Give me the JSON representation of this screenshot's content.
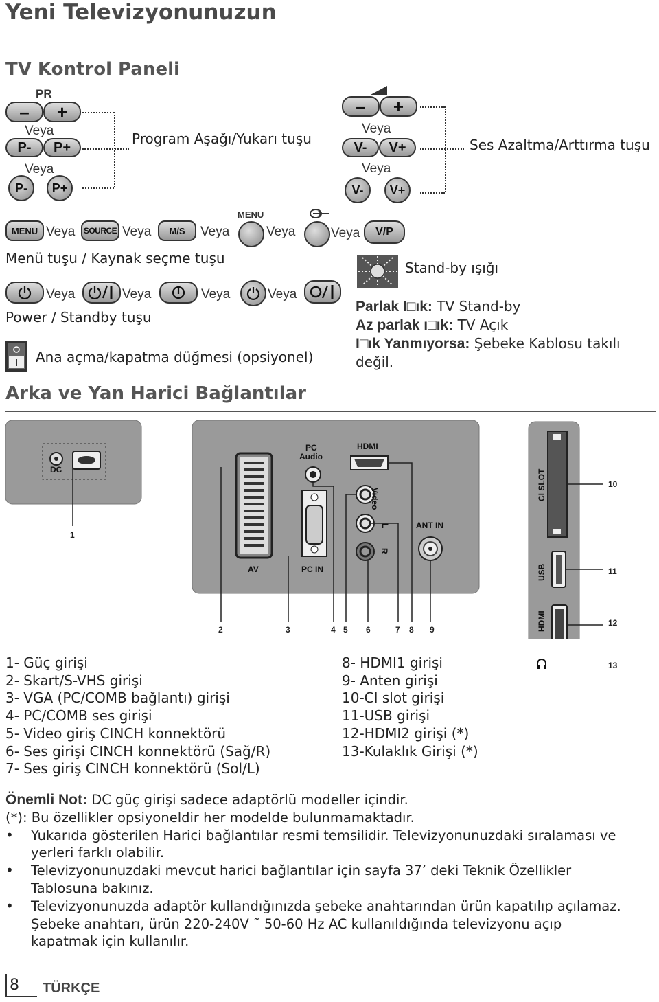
{
  "page": {
    "title": "Yeni Televizyonunuzun",
    "section1": "TV Kontrol Paneli",
    "section2": "Arka ve Yan Harici Bağlantılar",
    "footer": {
      "page_number": "8",
      "language": "TÜRKÇE"
    }
  },
  "control_panel": {
    "veya": "Veya",
    "pr_label": "PR",
    "minus": "–",
    "plus": "+",
    "p_minus": "P-",
    "p_plus": "P+",
    "v_minus": "V-",
    "v_plus": "V+",
    "program_label": "Program Aşağı/Yukarı tuşu",
    "volume_label": "Ses Azaltma/Arttırma tuşu",
    "menu_btn": "MENU",
    "source_btn": "SOURCE",
    "ms_btn": "M/S",
    "menu_caption": "MENU",
    "vp_btn": "V/P",
    "menu_source_label": "Menü tuşu / Kaynak seçme tuşu",
    "standby_light_label": "Stand-by ışığı",
    "power_label": "Power / Standby tuşu",
    "main_switch_label": "Ana açma/kapatma düğmesi (opsiyonel)",
    "light_states": [
      {
        "key": "Parlak I□ık:",
        "value": " TV Stand-by"
      },
      {
        "key": "Az parlak ı□ık:",
        "value": " TV Açık"
      },
      {
        "key": "I□ık Yanmıyorsa:",
        "value": " Şebeke Kablosu takılı"
      }
    ],
    "light_state_cont": "değil."
  },
  "panel_labels": {
    "dc": "DC",
    "pc_audio_1": "PC",
    "pc_audio_2": "Audio",
    "hdmi": "HDMI",
    "video": "Video",
    "l": "L",
    "r": "R",
    "ant_in": "ANT IN",
    "av": "AV",
    "pc_in": "PC IN",
    "ci_slot": "CI SLOT",
    "usb": "USB",
    "hdmi2": "HDMI"
  },
  "callouts": [
    "1",
    "2",
    "3",
    "4",
    "5",
    "6",
    "7",
    "8",
    "9",
    "10",
    "11",
    "12",
    "13"
  ],
  "legend_left": [
    "1- Güç girişi",
    "2- Skart/S-VHS girişi",
    "3- VGA (PC/COMB bağlantı) girişi",
    "4- PC/COMB ses girişi",
    "5- Video giriş CINCH konnektörü",
    "6- Ses girişi CINCH konnektörü (Sağ/R)",
    "7- Ses giriş CINCH konnektörü (Sol/L)"
  ],
  "legend_right": [
    "8- HDMI1 girişi",
    "9- Anten girişi",
    "10-CI slot girişi",
    "11-USB girişi",
    "12-HDMI2 girişi (*)",
    "13-Kulaklık Girişi (*)"
  ],
  "notes": {
    "important_key": "Önemli Not:",
    "important_text": " DC güç girişi sadece adaptörlü modeller içindir.",
    "optional": "(*): Bu özellikler opsiyoneldir her modelde bulunmamaktadır.",
    "bullets": [
      {
        "l1": "Yukarıda gösterilen Harici bağlantılar resmi temsilidir. Televizyonunuzdaki sıralaması ve",
        "l2": "yerleri farklı olabilir."
      },
      {
        "l1": "Televizyonunuzdaki mevcut harici bağlantılar için sayfa 37’ deki Teknik Özellikler",
        "l2": "Tablosuna bakınız."
      },
      {
        "l1": "Televizyonunuzda adaptör kullandığınızda şebeke anahtarından ürün kapatılıp açılamaz.",
        "l2": "Şebeke anahtarı, ürün 220-240V ˜ 50-60 Hz AC kullanıldığında televizyonu açıp",
        "l3": "kapatmak için kullanılır."
      }
    ]
  }
}
